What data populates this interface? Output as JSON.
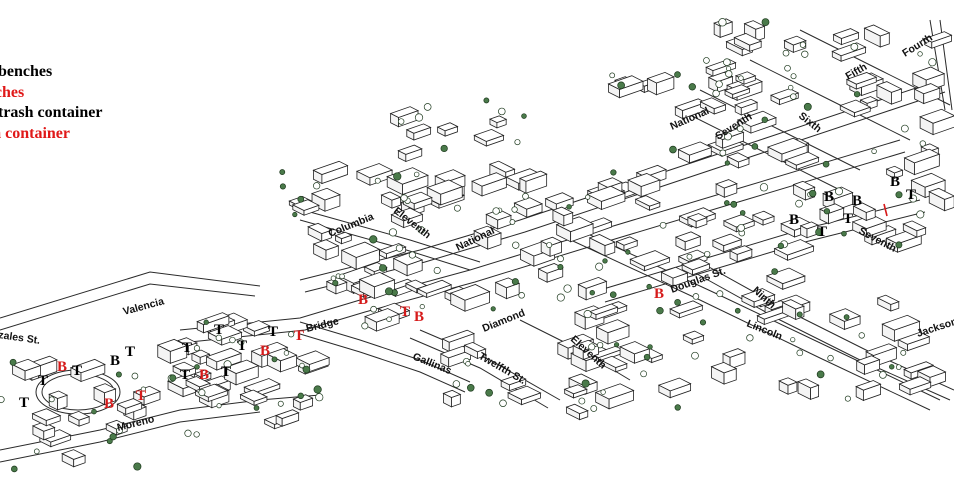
{
  "legend": {
    "items": [
      {
        "text": "g benches",
        "color": "#000000"
      },
      {
        "text": "nches",
        "color": "#e01818"
      },
      {
        "text": "g trash container",
        "color": "#000000"
      },
      {
        "text": "sh container",
        "color": "#e01818"
      }
    ]
  },
  "streets": {
    "fourth": "Fourth",
    "fifth": "Fifth",
    "sixth": "Sixth",
    "seventh_top": "Seventh",
    "national_top": "National",
    "seventh_right": "Seventh",
    "columbia": "Columbia",
    "eleventh_top": "Eleventh",
    "national_mid": "National",
    "douglas": "Douglas St.",
    "ninth": "Ninth",
    "lincoln": "Lincoln",
    "jackson": "Jackson",
    "valencia": "Valencia",
    "gonzales": "zales St.",
    "bridge": "Bridge",
    "diamond": "Diamond",
    "eleventh_bottom": "Eleventh",
    "twelfth": "Twelfth St.",
    "gallinas": "Gallinas",
    "moreno": "Moreno"
  },
  "markers": {
    "existing_bench": "B",
    "new_bench": "B",
    "existing_trash": "T",
    "new_trash": "T"
  },
  "colors": {
    "new_marker": "#d61a1a",
    "existing_marker": "#000000",
    "linework": "#222222",
    "tree_fill": "#4a7a4a"
  }
}
